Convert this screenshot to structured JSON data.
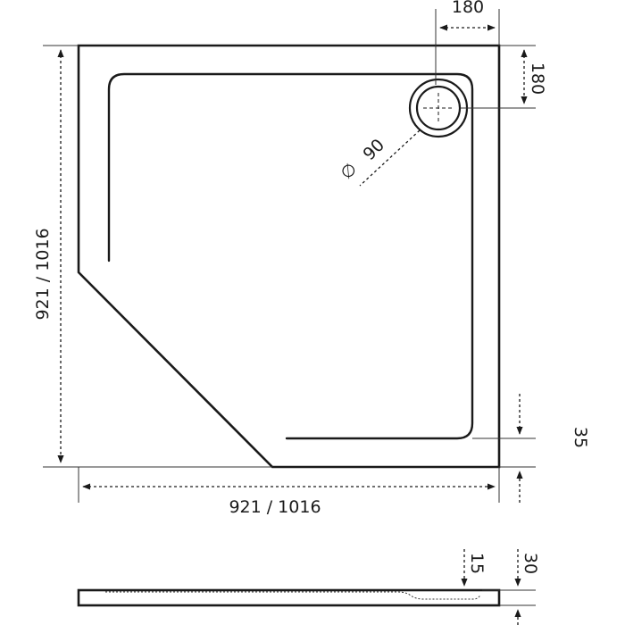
{
  "labels": {
    "width": "921 / 1016",
    "depth": "921 / 1016",
    "drain_offset_x": "180",
    "drain_offset_y": "180",
    "drain_diameter_symbol": "∅",
    "drain_diameter": "90",
    "rim_height": "35",
    "base_height": "15",
    "total_height": "30"
  }
}
